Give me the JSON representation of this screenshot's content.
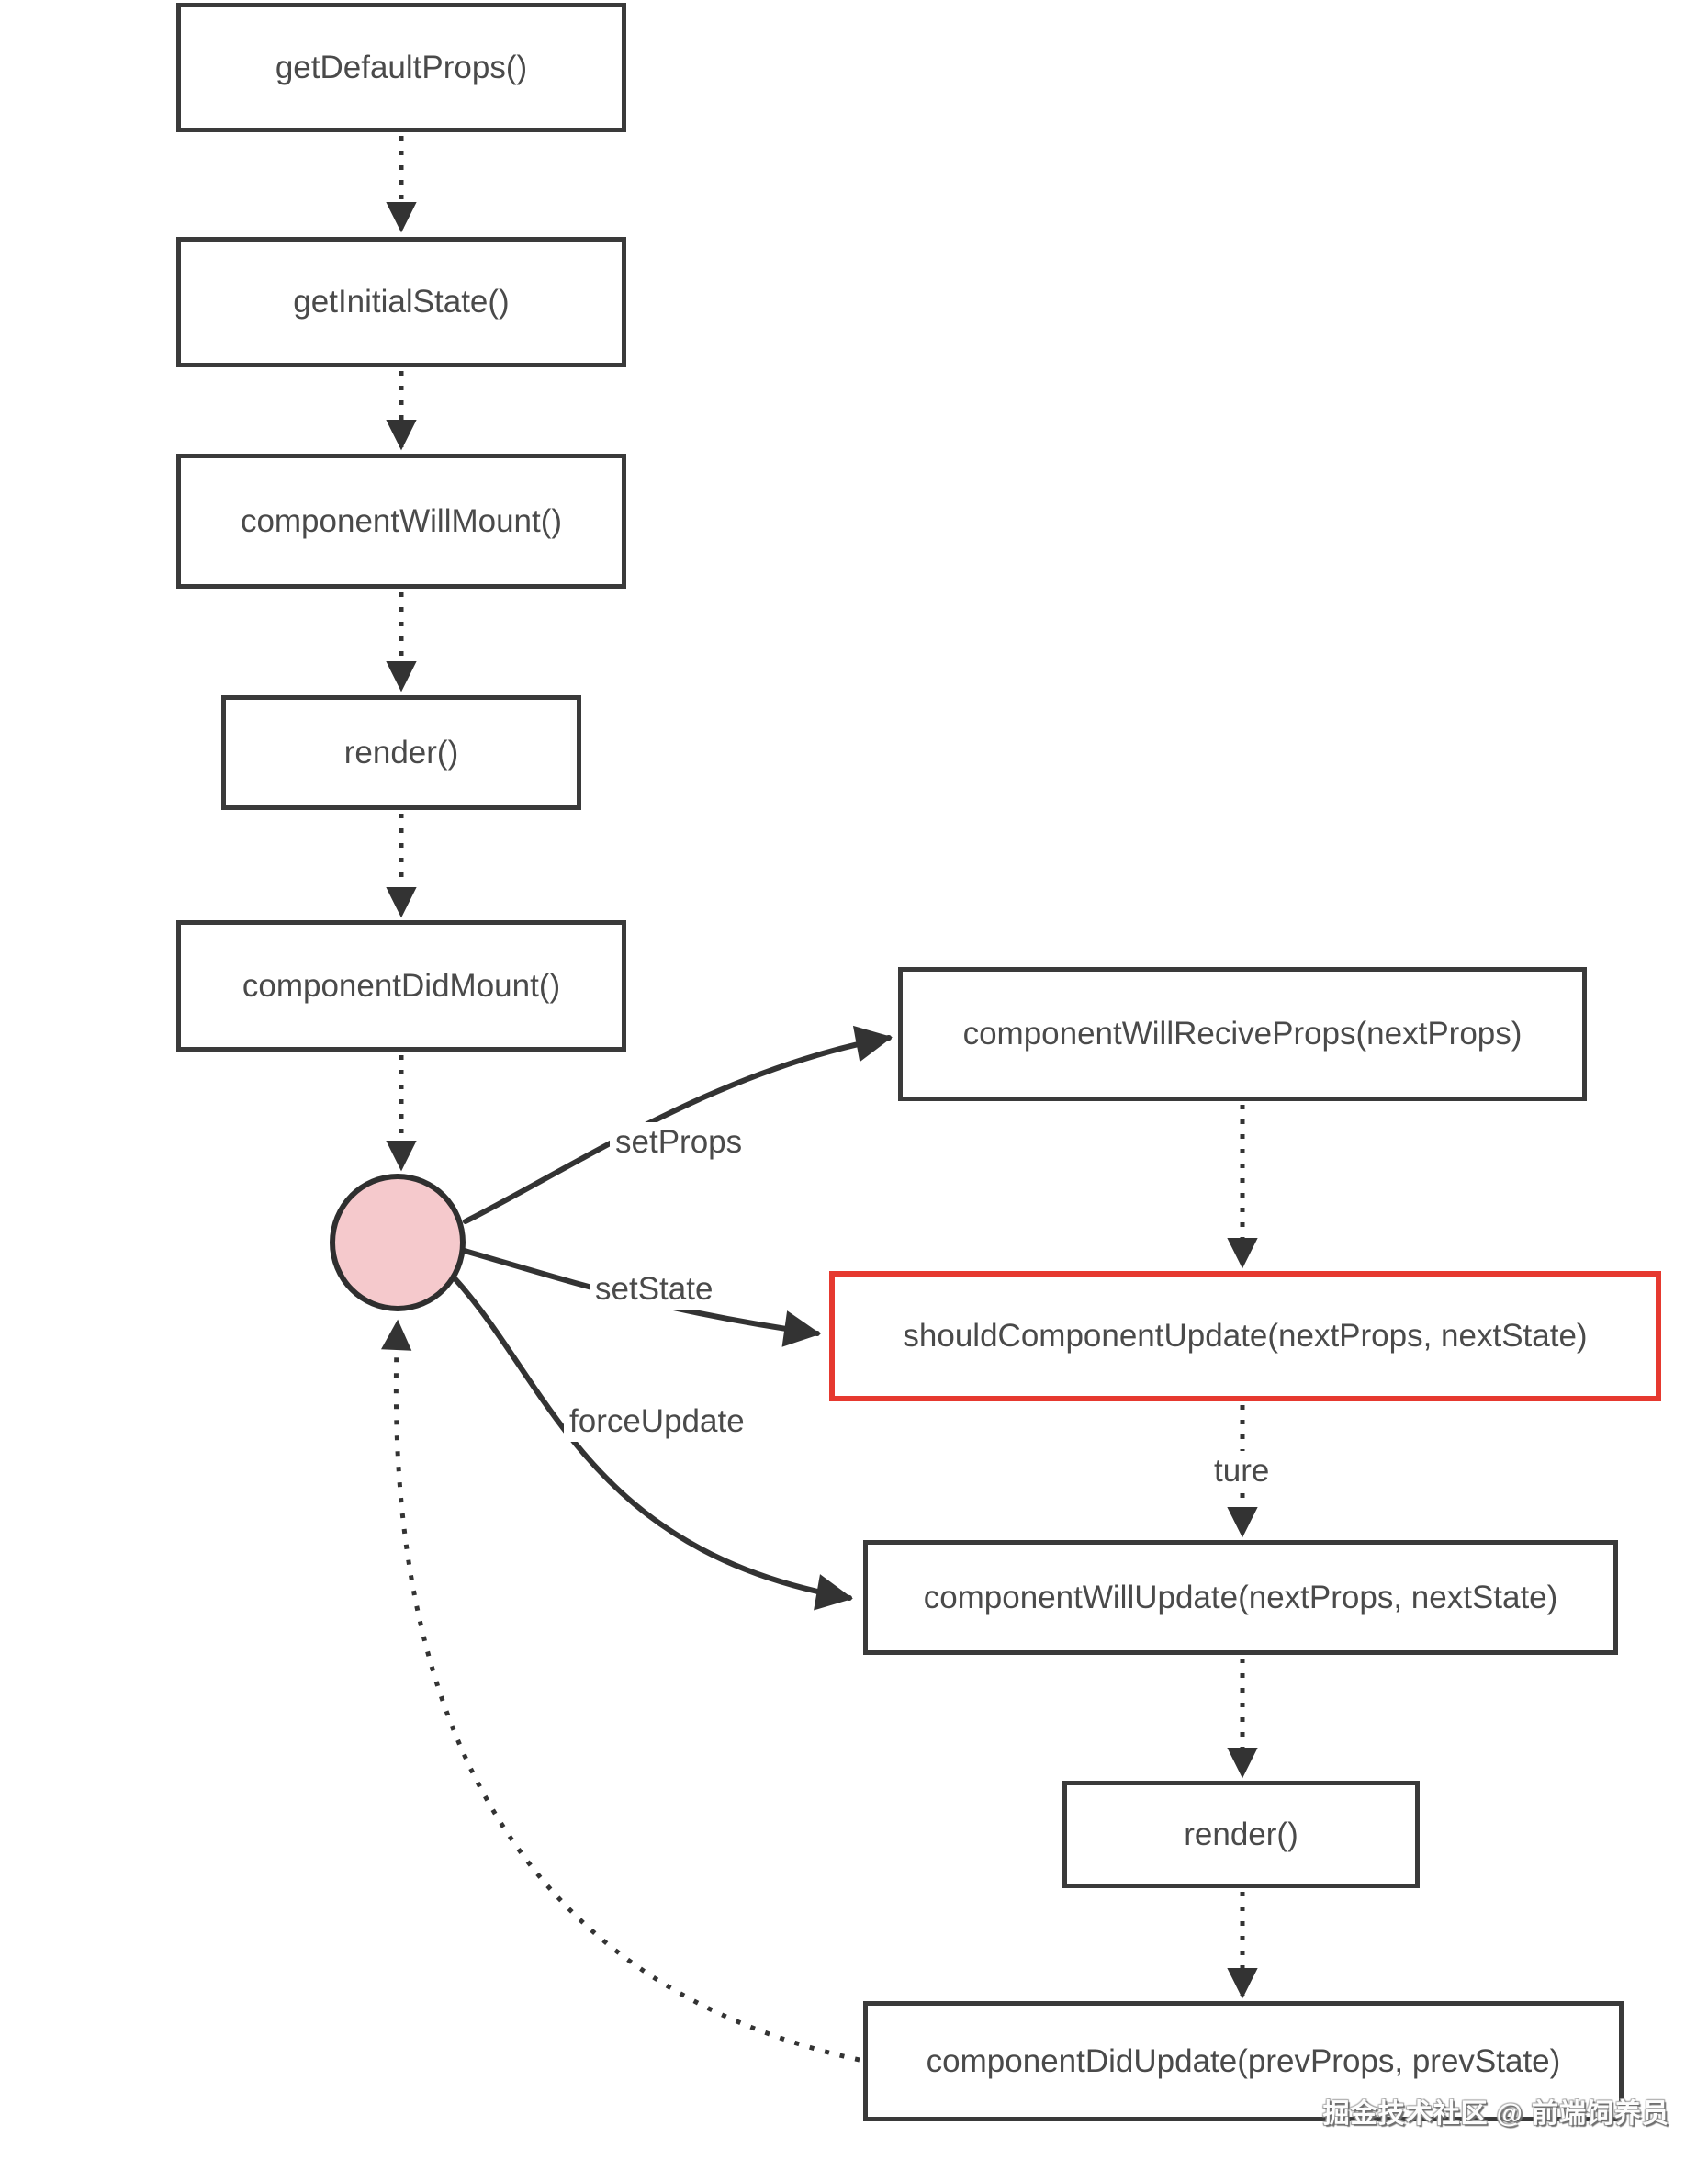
{
  "colors": {
    "box_border": "#3a3a3a",
    "box_text": "#4a4a4a",
    "highlight_border": "#e6392f",
    "circle_fill": "#f5c9cc",
    "arrow": "#333333"
  },
  "nodes": {
    "get_default_props": "getDefaultProps()",
    "get_initial_state": "getInitialState()",
    "component_will_mount": "componentWillMount()",
    "render_mount": "render()",
    "component_did_mount": "componentDidMount()",
    "component_will_recive_props": "componentWillReciveProps(nextProps)",
    "should_component_update": "shouldComponentUpdate(nextProps, nextState)",
    "component_will_update": "componentWillUpdate(nextProps, nextState)",
    "render_update": "render()",
    "component_did_update": "componentDidUpdate(prevProps, prevState)"
  },
  "edge_labels": {
    "set_props": "setProps",
    "set_state": "setState",
    "force_update": "forceUpdate",
    "ture": "ture"
  },
  "watermark": "掘金技术社区 @ 前端饲养员"
}
